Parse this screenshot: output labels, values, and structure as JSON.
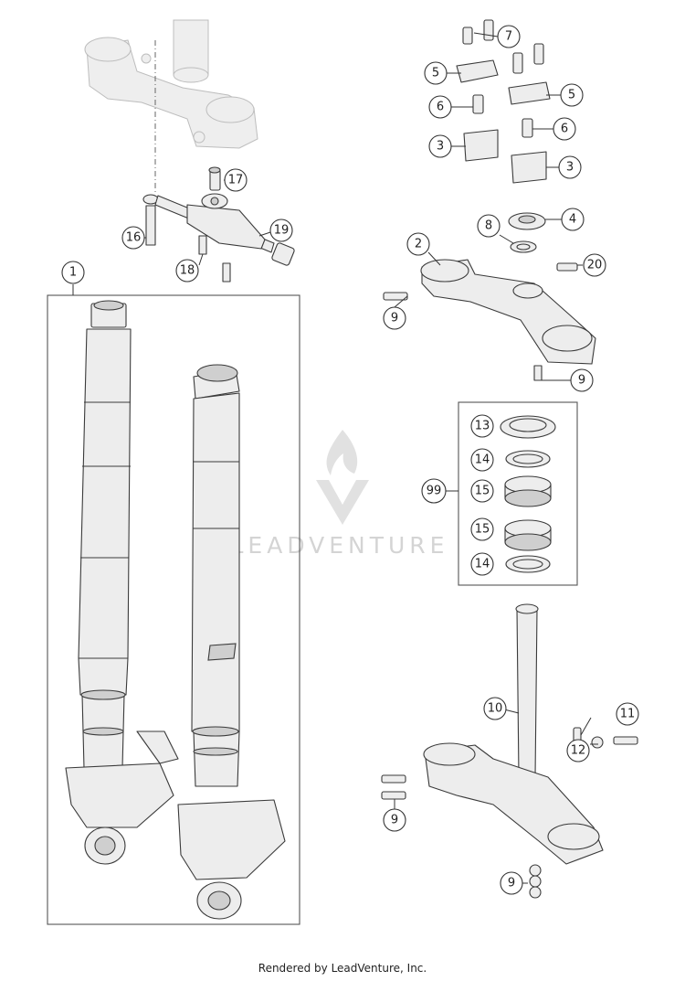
{
  "diagram": {
    "watermark": "LEADVENTURE",
    "footer": "Rendered by LeadVenture, Inc."
  },
  "callouts": {
    "c1": "1",
    "c2": "2",
    "c3a": "3",
    "c3b": "3",
    "c4": "4",
    "c5a": "5",
    "c5b": "5",
    "c6a": "6",
    "c6b": "6",
    "c7": "7",
    "c8": "8",
    "c9a": "9",
    "c9b": "9",
    "c9c": "9",
    "c9d": "9",
    "c10": "10",
    "c11": "11",
    "c12": "12",
    "c13": "13",
    "c14a": "14",
    "c14b": "14",
    "c15a": "15",
    "c15b": "15",
    "c16": "16",
    "c17": "17",
    "c18": "18",
    "c19": "19",
    "c20": "20",
    "c99": "99"
  }
}
